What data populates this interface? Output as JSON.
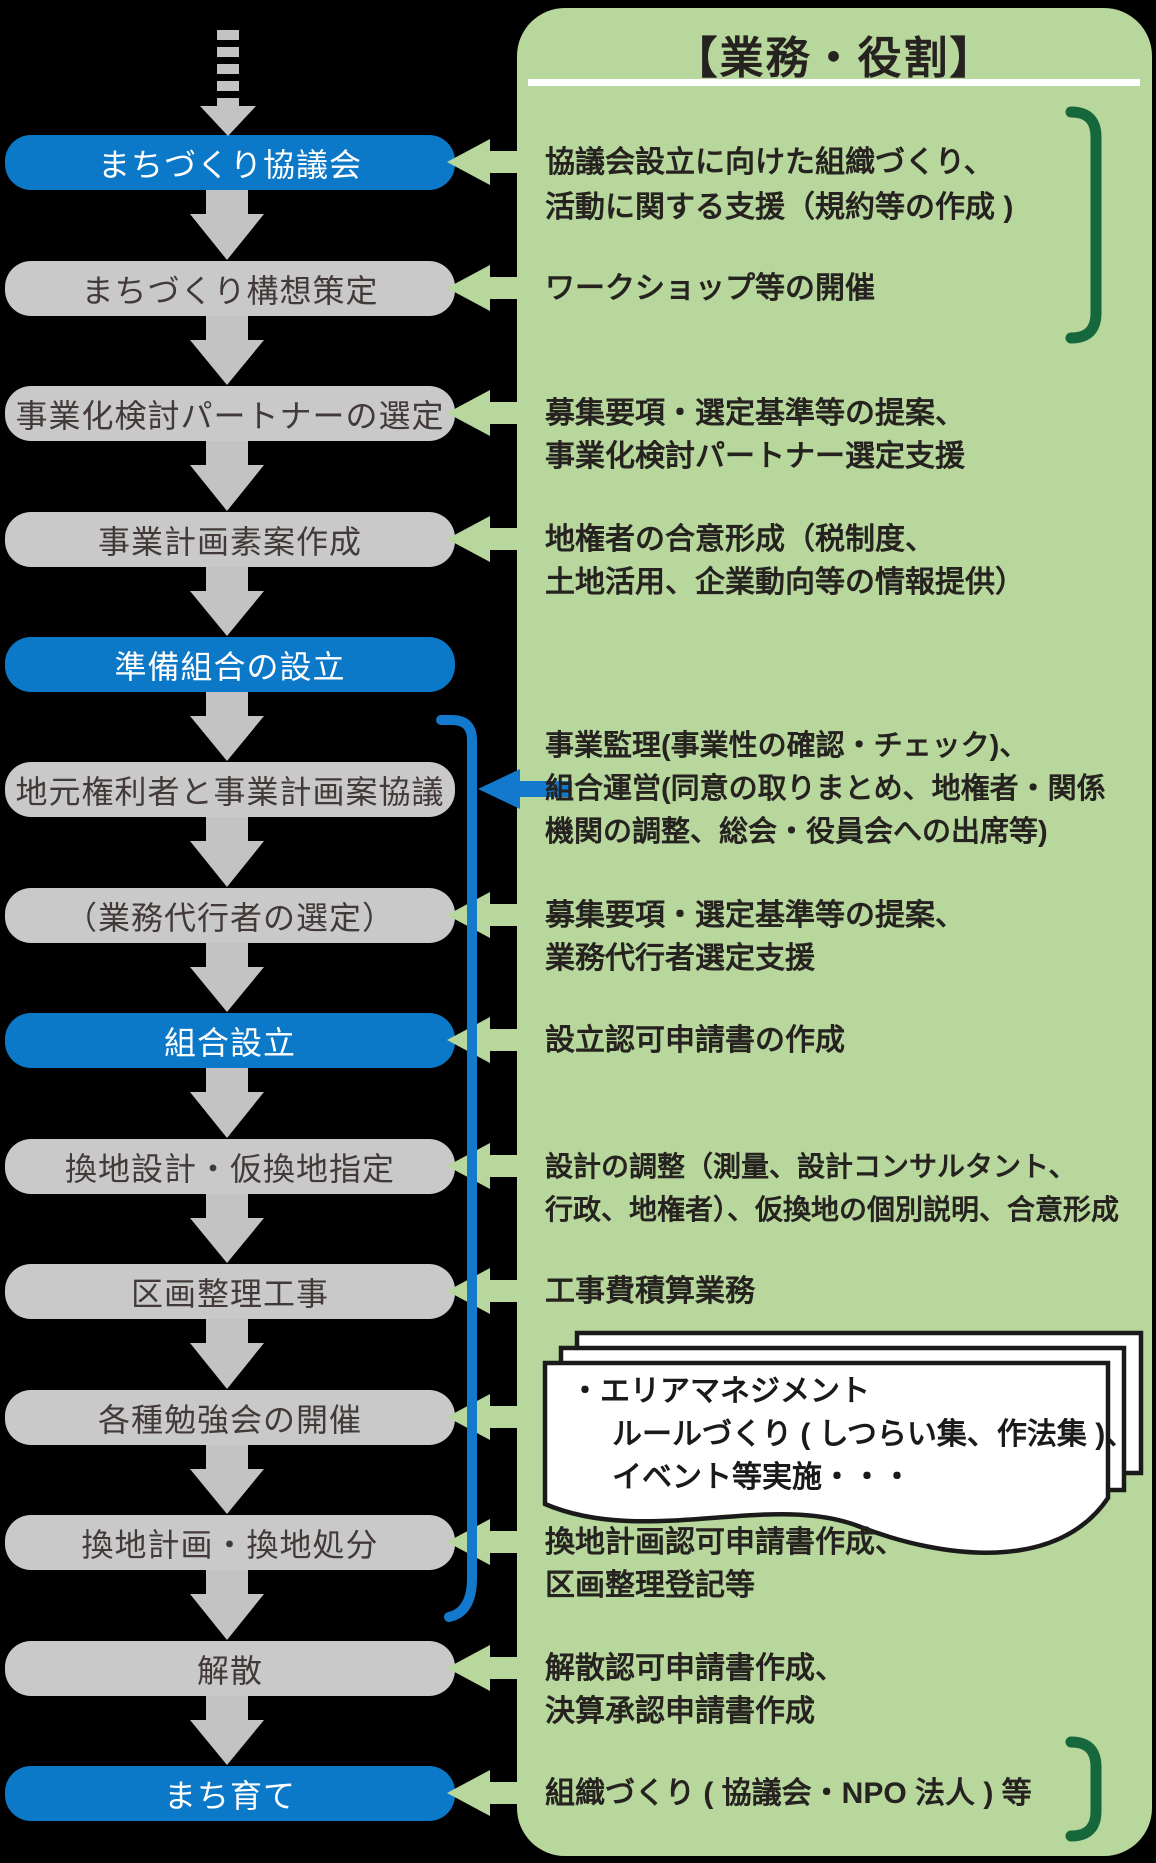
{
  "panel": {
    "title": "【業務・役割】",
    "tasks": [
      {
        "lines": [
          "協議会設立に向けた組織づくり、",
          "活動に関する支援（規約等の作成 )"
        ]
      },
      {
        "lines": [
          "ワークショップ等の開催"
        ]
      },
      {
        "lines": [
          "募集要項・選定基準等の提案、",
          "事業化検討パートナー選定支援"
        ]
      },
      {
        "lines": [
          "地権者の合意形成（税制度、",
          "土地活用、企業動向等の情報提供）"
        ]
      },
      {
        "lines": [
          "事業監理(事業性の確認・チェック)、",
          "組合運営(同意の取りまとめ、地権者・関係",
          "機関の調整、総会・役員会への出席等)"
        ]
      },
      {
        "lines": [
          "募集要項・選定基準等の提案、",
          "業務代行者選定支援"
        ]
      },
      {
        "lines": [
          "設立認可申請書の作成"
        ]
      },
      {
        "lines": [
          "設計の調整（測量、設計コンサルタント、",
          "行政、地権者）、仮換地の個別説明、合意形成"
        ]
      },
      {
        "lines": [
          "工事費積算業務"
        ]
      },
      {
        "lines": [
          "換地計画認可申請書作成、",
          "区画整理登記等"
        ]
      },
      {
        "lines": [
          "解散認可申請書作成、",
          "決算承認申請書作成"
        ]
      },
      {
        "lines": [
          "組織づくり ( 協議会・NPO 法人 ) 等"
        ]
      }
    ]
  },
  "note": {
    "lines": [
      "・エリアマネジメント",
      "ルールづくり ( しつらい集、作法集 )、",
      "イベント等実施・・・"
    ]
  },
  "flow": {
    "steps": [
      {
        "label": "まちづくり協議会",
        "type": "blue"
      },
      {
        "label": "まちづくり構想策定",
        "type": "gray"
      },
      {
        "label": "事業化検討パートナーの選定",
        "type": "gray"
      },
      {
        "label": "事業計画素案作成",
        "type": "gray"
      },
      {
        "label": "準備組合の設立",
        "type": "blue"
      },
      {
        "label": "地元権利者と事業計画案協議",
        "type": "gray"
      },
      {
        "label": "（業務代行者の選定）",
        "type": "gray"
      },
      {
        "label": "組合設立",
        "type": "blue"
      },
      {
        "label": "換地設計・仮換地指定",
        "type": "gray"
      },
      {
        "label": "区画整理工事",
        "type": "gray"
      },
      {
        "label": "各種勉強会の開催",
        "type": "gray"
      },
      {
        "label": "換地計画・換地処分",
        "type": "gray"
      },
      {
        "label": "解散",
        "type": "gray"
      },
      {
        "label": "まち育て",
        "type": "blue"
      }
    ]
  },
  "colors": {
    "step_blue": "#0c79c8",
    "step_gray": "#c9c9ca",
    "panel_green": "#b7d79c",
    "bracket_green": "#17673c",
    "phase_line_blue": "#1279cc",
    "arrow_gray": "#c3c3c4",
    "background": "#000000"
  }
}
